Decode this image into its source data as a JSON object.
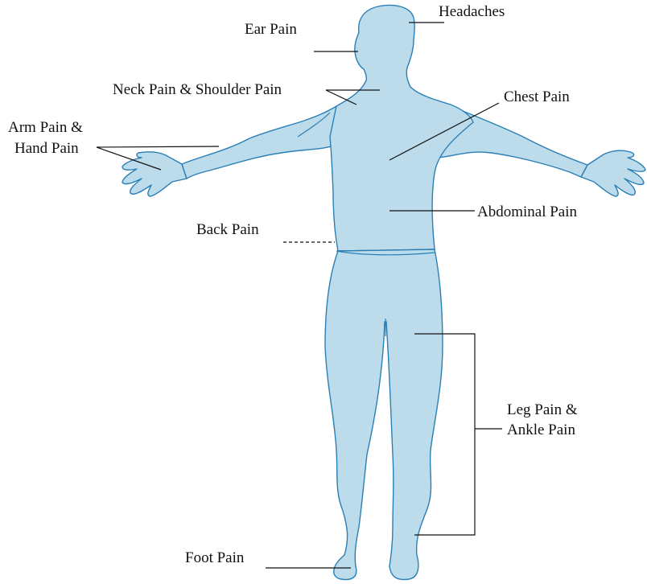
{
  "labels": {
    "headaches": "Headaches",
    "ear_pain": "Ear Pain",
    "neck_shoulder_pain": "Neck Pain & Shoulder Pain",
    "chest_pain": "Chest Pain",
    "arm_hand_pain_line1": "Arm Pain &",
    "arm_hand_pain_line2": "Hand Pain",
    "abdominal_pain": "Abdominal Pain",
    "back_pain": "Back Pain",
    "leg_ankle_pain_line1": "Leg Pain &",
    "leg_ankle_pain_line2": "Ankle Pain",
    "foot_pain": "Foot Pain"
  },
  "colors": {
    "body_fill": "#bcdcec",
    "body_outline": "#2a7fb5",
    "text": "#111111"
  }
}
